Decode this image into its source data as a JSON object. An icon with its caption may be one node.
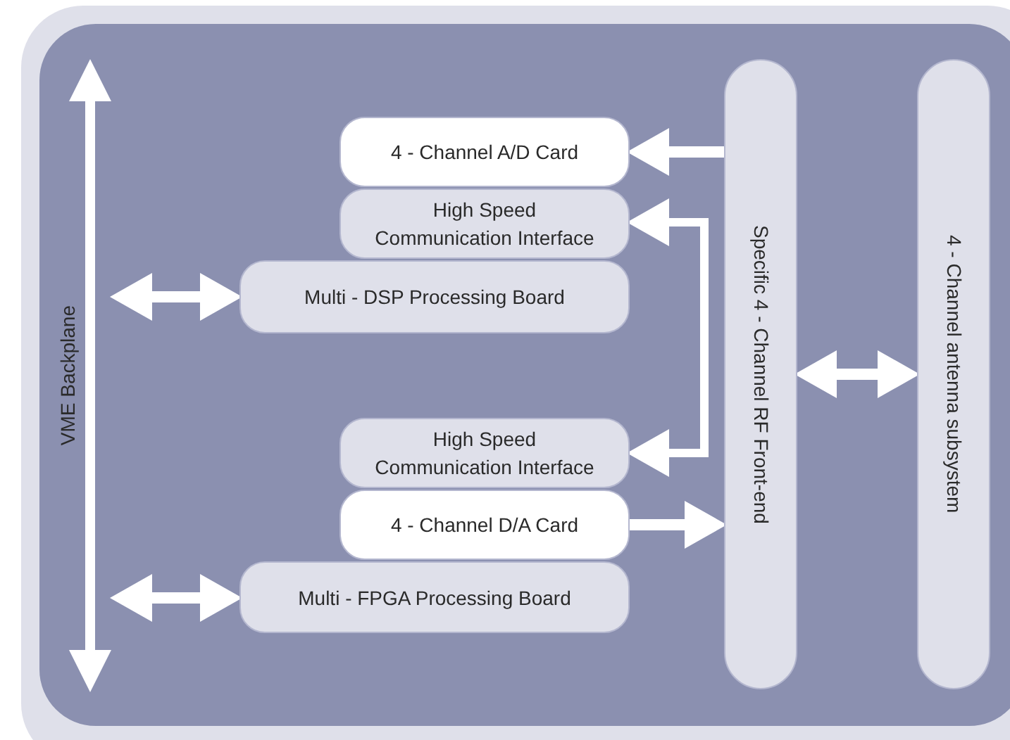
{
  "diagram": {
    "nodes": [
      {
        "text": [
          "VME Backplane"
        ]
      },
      {
        "text": [
          "4 - Channel A/D Card"
        ]
      },
      {
        "text": [
          "High Speed Communication Interface"
        ]
      },
      {
        "text": [
          "Multi - DSP Processing Board"
        ]
      },
      {
        "text": [
          "High Speed Communication Interface"
        ]
      },
      {
        "text": [
          "4 - Channel D/A Card"
        ]
      },
      {
        "text": [
          "Multi - FPGA Processing Board"
        ]
      },
      {
        "text": [
          "Specific 4 - Channel RF Front-end"
        ]
      },
      {
        "text": [
          "4 - Channel antenna subsystem"
        ]
      }
    ],
    "edges": [
      {
        "from": 0,
        "to": 3,
        "arrow": "both"
      },
      {
        "from": 0,
        "to": 6,
        "arrow": "both"
      },
      {
        "from": 7,
        "to": 1,
        "arrow": "to"
      },
      {
        "from": 2,
        "to": 4,
        "arrow": "both"
      },
      {
        "from": 5,
        "to": 7,
        "arrow": "to"
      },
      {
        "from": 7,
        "to": 8,
        "arrow": "both"
      }
    ]
  }
}
